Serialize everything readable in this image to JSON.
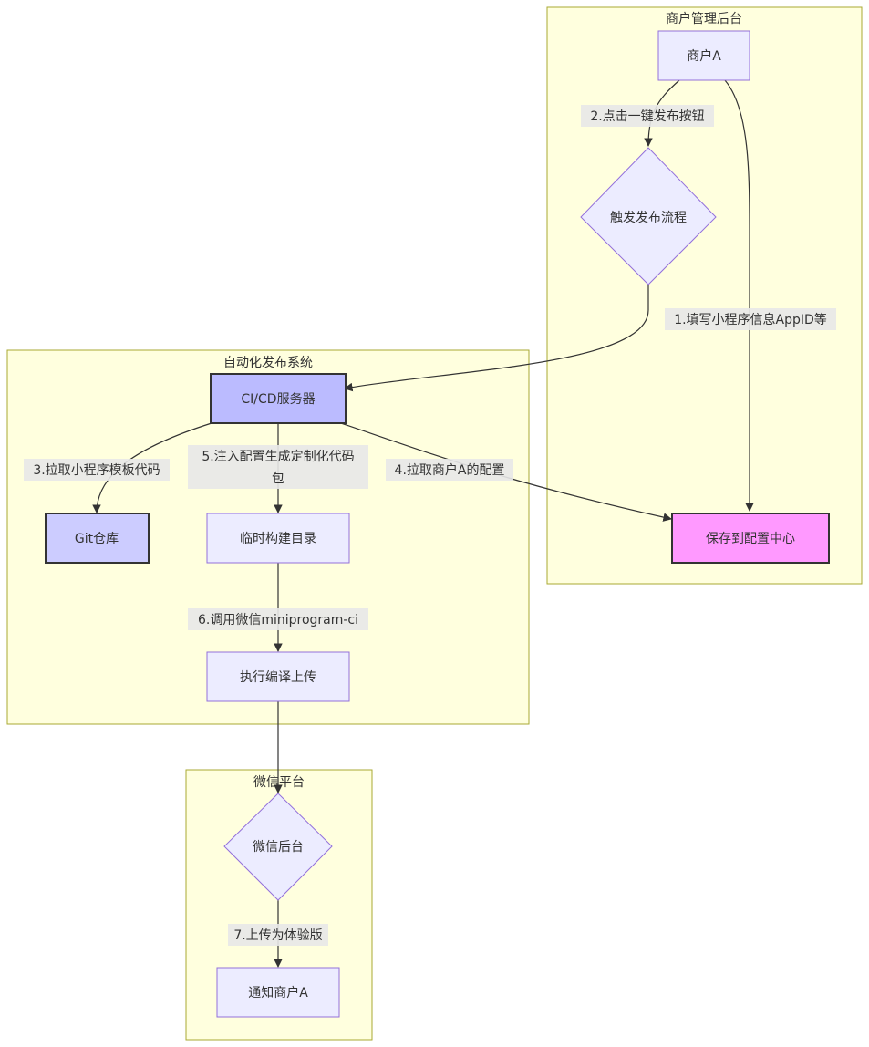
{
  "clusters": {
    "merchant": "商户管理后台",
    "autopublish": "自动化发布系统",
    "wechat": "微信平台"
  },
  "nodes": {
    "merchant_a": "商户A",
    "trigger": "触发发布流程",
    "config_center": "保存到配置中心",
    "ci_server": "CI/CD服务器",
    "git": "Git仓库",
    "temp_dir": "临时构建目录",
    "compile": "执行编译上传",
    "wechat_backend": "微信后台",
    "notify": "通知商户A"
  },
  "edges": {
    "e1": "1.填写小程序信息AppID等",
    "e2": "2.点击一键发布按钮",
    "e3": "3.拉取小程序模板代码",
    "e4": "4.拉取商户A的配置",
    "e5_line1": "5.注入配置生成定制化代码",
    "e5_line2": "包",
    "e6": "6.调用微信miniprogram-ci",
    "e7": "7.上传为体验版"
  },
  "colors": {
    "cluster_fill": "#ffffde",
    "cluster_stroke": "#aaaa33",
    "node_fill": "#ececff",
    "node_stroke": "#9370db",
    "ci_fill": "#bbbbff",
    "git_fill": "#ccccff",
    "config_fill": "#ff99ff"
  }
}
